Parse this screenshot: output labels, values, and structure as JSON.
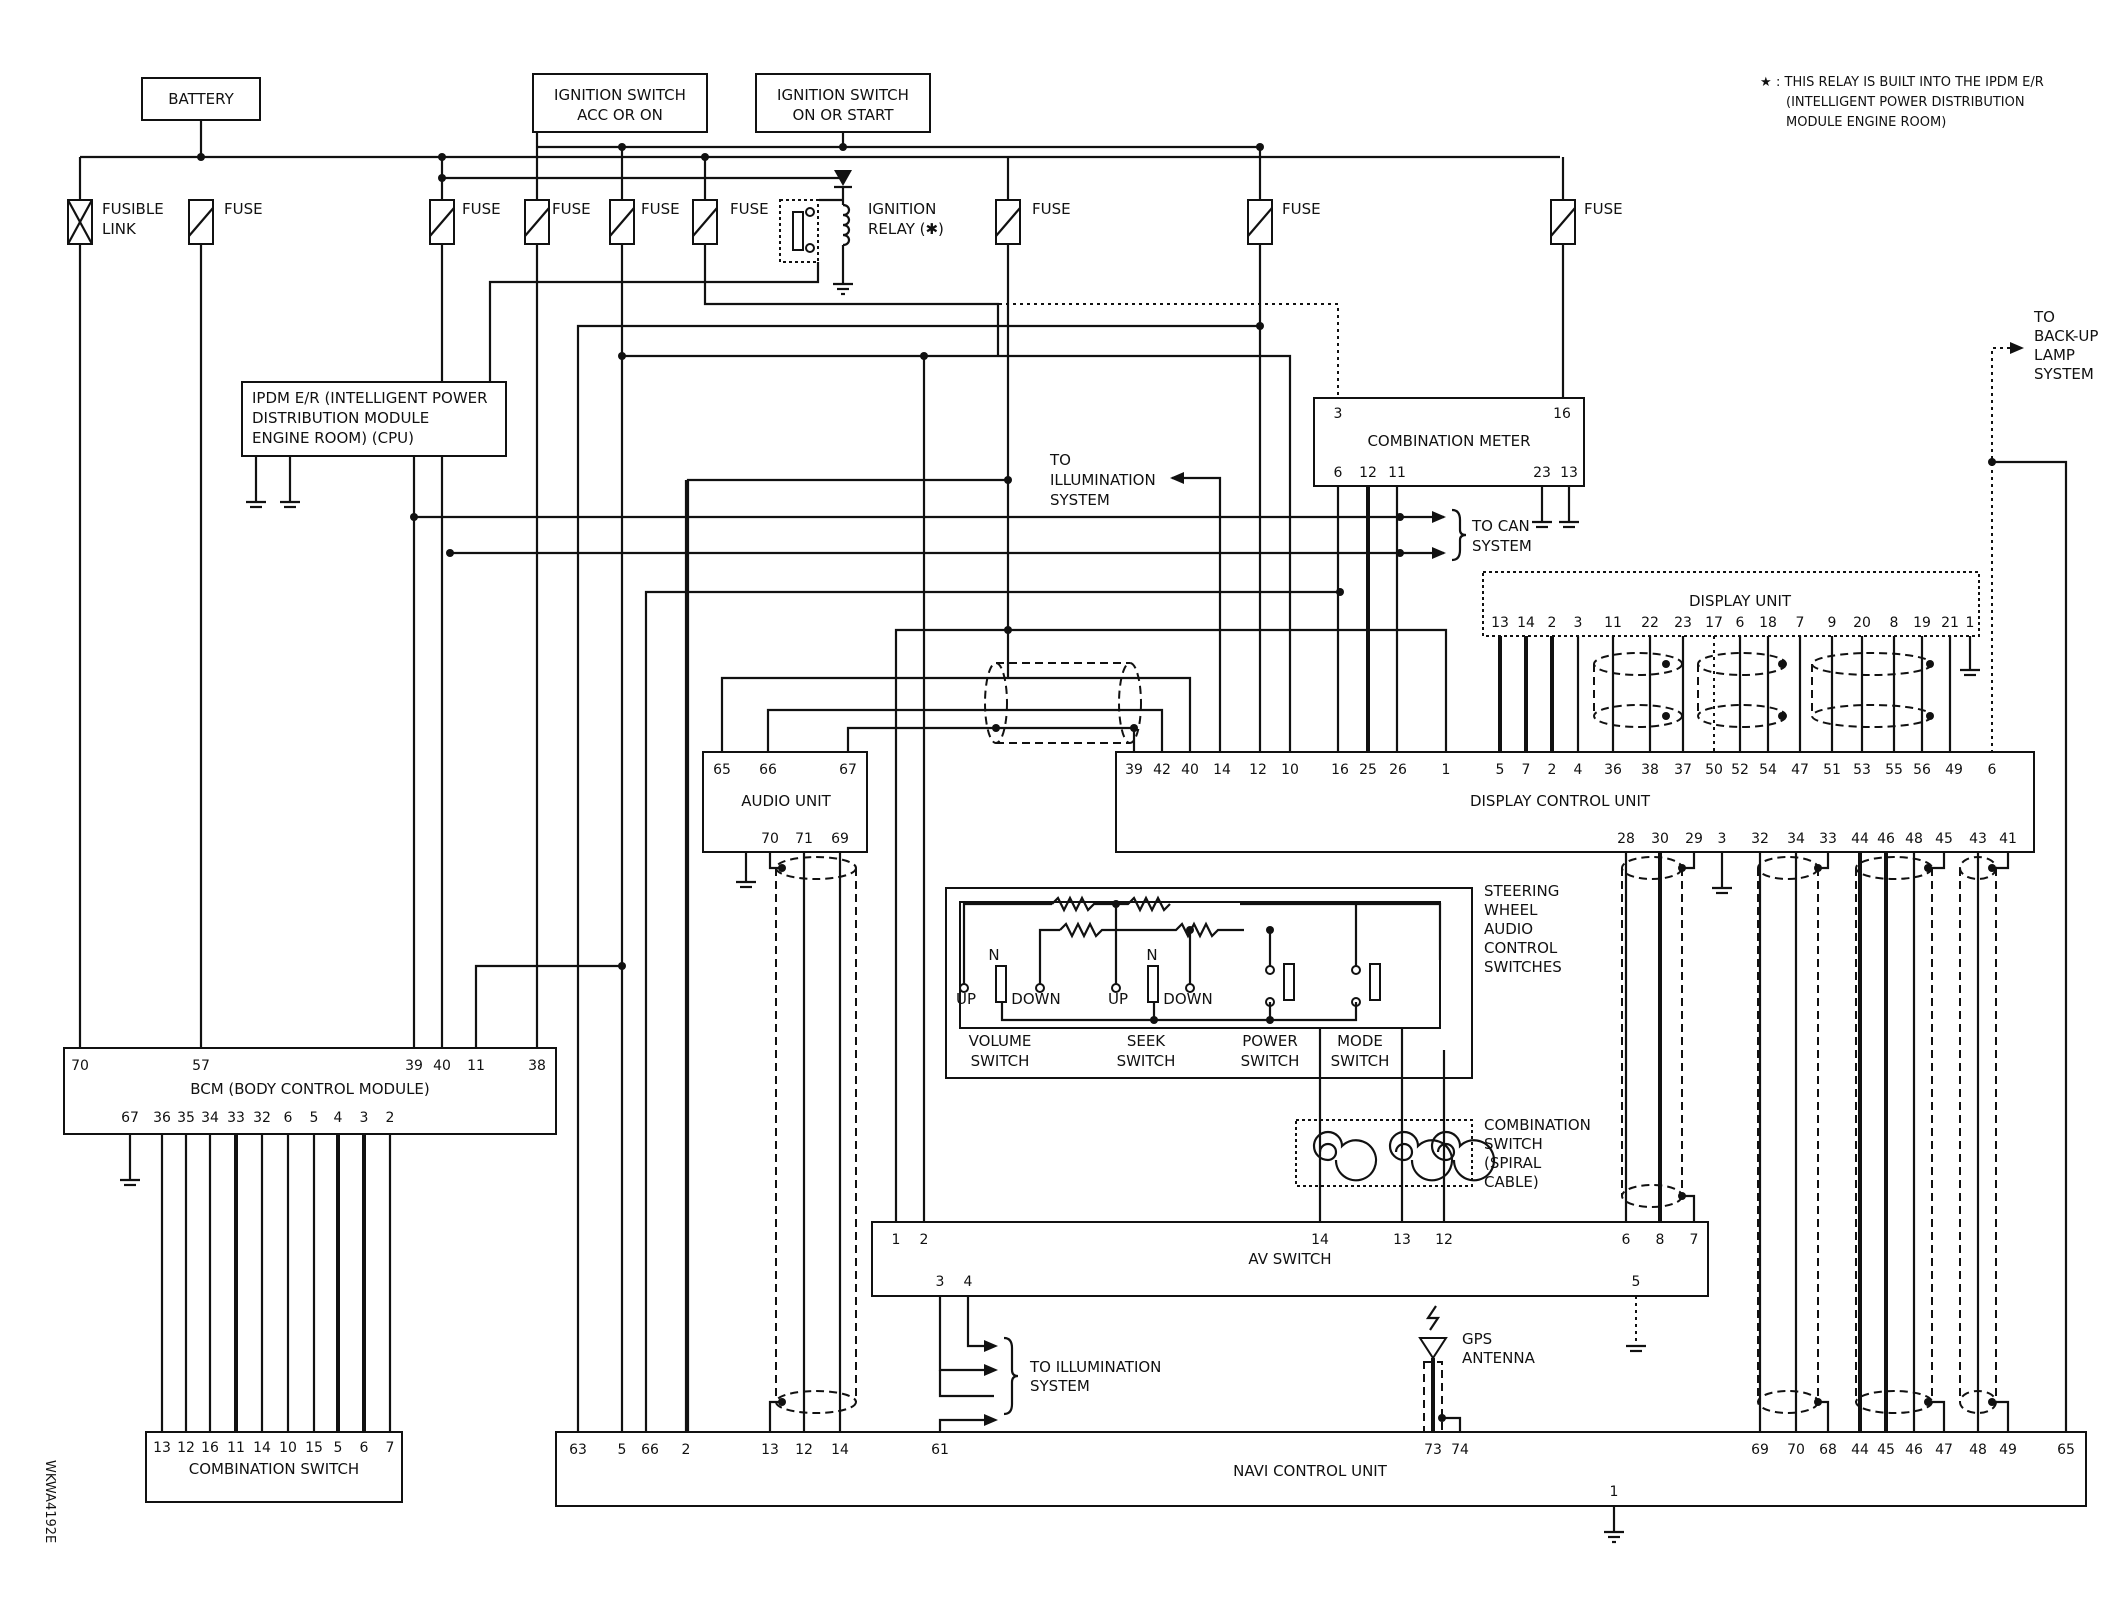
{
  "note": {
    "star": "★",
    "line1": ": THIS RELAY IS BUILT INTO THE IPDM E/R",
    "line2": "(INTELLIGENT POWER DISTRIBUTION",
    "line3": "MODULE ENGINE ROOM)"
  },
  "sources": {
    "battery": "BATTERY",
    "ign_acc_1": "IGNITION SWITCH",
    "ign_acc_2": "ACC OR ON",
    "ign_on_1": "IGNITION SWITCH",
    "ign_on_2": "ON OR START"
  },
  "fuses": {
    "fusible_1": "FUSIBLE",
    "fusible_2": "LINK",
    "fuse": "FUSE",
    "relay_1": "IGNITION",
    "relay_2": "RELAY (✱)"
  },
  "ipdm": {
    "line1": "IPDM E/R (INTELLIGENT POWER",
    "line2": "DISTRIBUTION MODULE",
    "line3": "ENGINE ROOM) (CPU)"
  },
  "meter": {
    "title": "COMBINATION METER",
    "pins_top": [
      "3",
      "16"
    ],
    "pins_bottom": [
      "6",
      "12",
      "11",
      "23",
      "13"
    ]
  },
  "arrows": {
    "illum_top_1": "TO",
    "illum_top_2": "ILLUMINATION",
    "illum_top_3": "SYSTEM",
    "can_1": "TO CAN",
    "can_2": "SYSTEM",
    "backup_1": "TO",
    "backup_2": "BACK-UP",
    "backup_3": "LAMP",
    "backup_4": "SYSTEM",
    "illum_bottom_1": "TO ILLUMINATION",
    "illum_bottom_2": "SYSTEM"
  },
  "display_unit": {
    "title": "DISPLAY UNIT",
    "pins": [
      "13",
      "14",
      "2",
      "3",
      "11",
      "22",
      "23",
      "17",
      "6",
      "18",
      "7",
      "9",
      "20",
      "8",
      "19",
      "21",
      "1"
    ]
  },
  "display_control_unit": {
    "title": "DISPLAY CONTROL UNIT",
    "pins_top": [
      "39",
      "42",
      "40",
      "14",
      "12",
      "10",
      "16",
      "25",
      "26",
      "1",
      "5",
      "7",
      "2",
      "4",
      "36",
      "38",
      "37",
      "50",
      "52",
      "54",
      "47",
      "51",
      "53",
      "55",
      "56",
      "49",
      "6"
    ],
    "pins_bottom": [
      "28",
      "30",
      "29",
      "3",
      "32",
      "34",
      "33",
      "44",
      "46",
      "48",
      "45",
      "43",
      "41"
    ]
  },
  "audio_unit": {
    "title": "AUDIO UNIT",
    "pins_top": [
      "65",
      "66",
      "67"
    ],
    "pins_bottom": [
      "70",
      "71",
      "69"
    ]
  },
  "steering": {
    "title_1": "STEERING",
    "title_2": "WHEEL",
    "title_3": "AUDIO",
    "title_4": "CONTROL",
    "title_5": "SWITCHES",
    "n": "N",
    "up": "UP",
    "down": "DOWN",
    "volume_1": "VOLUME",
    "seek_1": "SEEK",
    "power_1": "POWER",
    "mode_1": "MODE",
    "switch": "SWITCH"
  },
  "spiral": {
    "line1": "COMBINATION",
    "line2": "SWITCH",
    "line3": "(SPIRAL",
    "line4": "CABLE)"
  },
  "bcm": {
    "title": "BCM (BODY CONTROL MODULE)",
    "pins_top": [
      "70",
      "57",
      "39",
      "40",
      "11",
      "38"
    ],
    "pins_bottom": [
      "67",
      "36",
      "35",
      "34",
      "33",
      "32",
      "6",
      "5",
      "4",
      "3",
      "2"
    ]
  },
  "av_switch": {
    "title": "AV SWITCH",
    "pins_top": [
      "1",
      "2",
      "14",
      "13",
      "12",
      "6",
      "8",
      "7"
    ],
    "pins_bottom": [
      "3",
      "4",
      "5"
    ]
  },
  "gps": {
    "line1": "GPS",
    "line2": "ANTENNA"
  },
  "combination_switch": {
    "title": "COMBINATION SWITCH",
    "pins": [
      "13",
      "12",
      "16",
      "11",
      "14",
      "10",
      "15",
      "5",
      "6",
      "7"
    ]
  },
  "navi": {
    "title": "NAVI CONTROL UNIT",
    "pins_left": [
      "63",
      "5",
      "66",
      "2",
      "13",
      "12",
      "14",
      "61"
    ],
    "pins_mid": [
      "73",
      "74"
    ],
    "pins_right": [
      "69",
      "70",
      "68",
      "44",
      "45",
      "46",
      "47",
      "48",
      "49",
      "65"
    ],
    "pin_ground": "1"
  },
  "code": "WKWA4192E"
}
